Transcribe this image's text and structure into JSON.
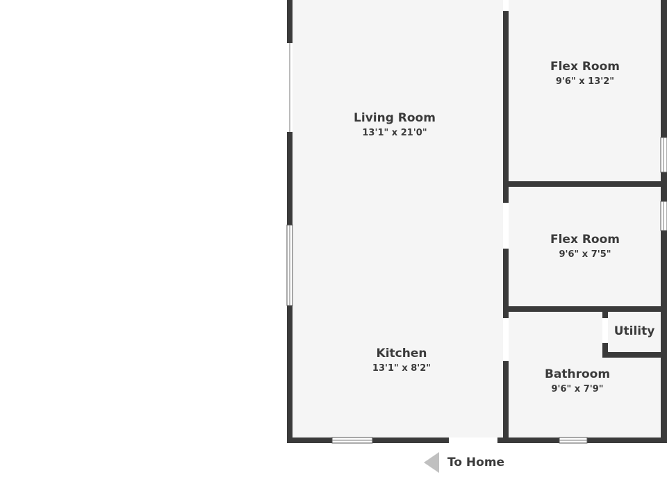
{
  "rooms": [
    {
      "id": "living",
      "name": "Living Room",
      "dims": "13'1\" x 21'0\""
    },
    {
      "id": "kitchen",
      "name": "Kitchen",
      "dims": "13'1\" x 8'2\""
    },
    {
      "id": "flex1",
      "name": "Flex Room",
      "dims": "9'6\" x 13'2\""
    },
    {
      "id": "flex2",
      "name": "Flex Room",
      "dims": "9'6\" x 7'5\""
    },
    {
      "id": "utility",
      "name": "Utility",
      "dims": ""
    },
    {
      "id": "bathroom",
      "name": "Bathroom",
      "dims": "9'6\" x 7'9\""
    }
  ],
  "navigation": {
    "to_home_label": "To Home",
    "arrow_icon": "left-arrow-icon"
  },
  "colors": {
    "wall": "#3a3a3a",
    "floor": "#f5f5f5",
    "arrow": "#c0c0c0"
  }
}
